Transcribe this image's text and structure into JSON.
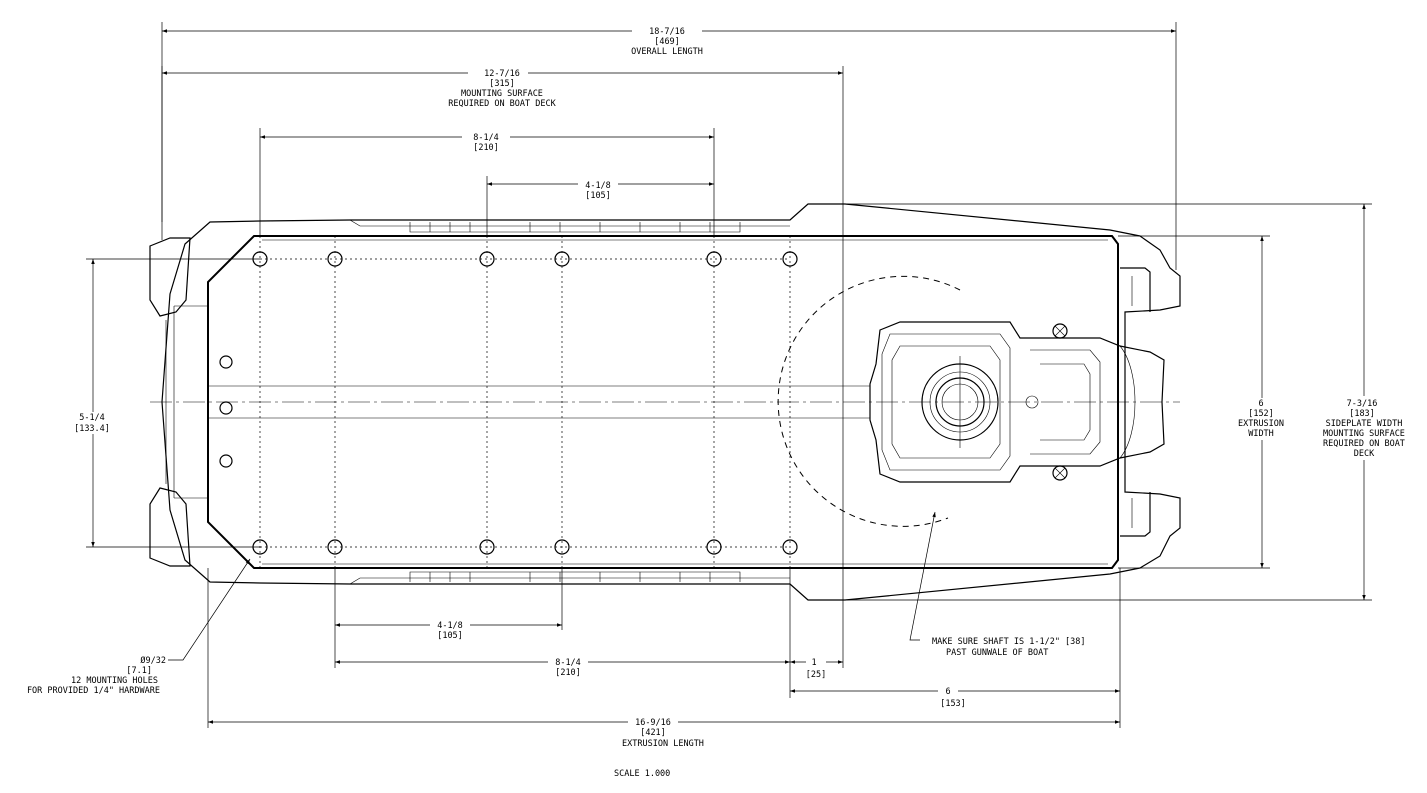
{
  "drawing": {
    "overall_length": {
      "frac": "18-7/16",
      "mm": "[469]",
      "label": "OVERALL LENGTH"
    },
    "mounting_surface": {
      "frac": "12-7/16",
      "mm": "[315]",
      "label1": "MOUNTING SURFACE",
      "label2": "REQUIRED ON BOAT DECK"
    },
    "top_hole_spacing": {
      "frac": "8-1/4",
      "mm": "[210]"
    },
    "top_hole_spacing_small": {
      "frac": "4-1/8",
      "mm": "[105]"
    },
    "bottom_hole_spacing_small": {
      "frac": "4-1/8",
      "mm": "[105]"
    },
    "bottom_hole_spacing": {
      "frac": "8-1/4",
      "mm": "[210]"
    },
    "offset_one": {
      "frac": "1",
      "mm": "[25]"
    },
    "offset_six": {
      "frac": "6",
      "mm": "[153]"
    },
    "extrusion_length": {
      "frac": "16-9/16",
      "mm": "[421]",
      "label": "EXTRUSION LENGTH"
    },
    "hole_width": {
      "frac": "5-1/4",
      "mm": "[133.4]"
    },
    "extrusion_width": {
      "frac": "6",
      "mm": "[152]",
      "label1": "EXTRUSION",
      "label2": "WIDTH"
    },
    "sideplate_width": {
      "frac": "7-3/16",
      "mm": "[183]",
      "label1": "SIDEPLATE WIDTH",
      "label2": "MOUNTING SURFACE",
      "label3": "REQUIRED ON BOAT",
      "label4": "DECK"
    },
    "mounting_holes": {
      "dia": "Ø9/32",
      "mm": "[7.1]",
      "label1": "12 MOUNTING HOLES",
      "label2": "FOR PROVIDED 1/4\" HARDWARE"
    },
    "shaft_note": {
      "line1": "MAKE SURE SHAFT IS 1-1/2\" [38]",
      "line2": "PAST GUNWALE OF BOAT"
    },
    "scale": "SCALE 1.000"
  }
}
